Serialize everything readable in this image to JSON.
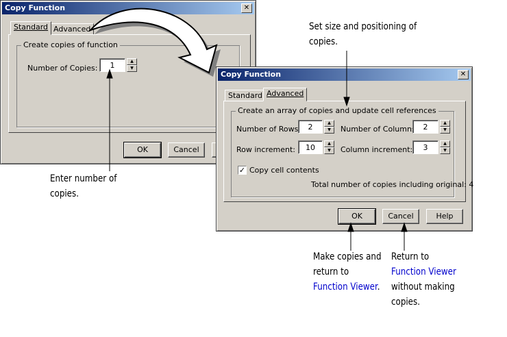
{
  "dialog_standard": {
    "title": "Copy Function",
    "close": "✕",
    "tabs": [
      "Standard",
      "Advanced"
    ],
    "group_label": "Create copies of function",
    "copies_label": "Number of Copies:",
    "copies_value": "1",
    "ok": "OK",
    "cancel": "Cancel"
  },
  "dialog_advanced": {
    "title": "Copy Function",
    "close": "✕",
    "tabs": [
      "Standard",
      "Advanced"
    ],
    "group_label": "Create an array of copies and update cell references",
    "rows_label": "Number of Rows:",
    "rows_value": "2",
    "cols_label": "Number of Columns:",
    "cols_value": "2",
    "row_inc_label": "Row increment:",
    "row_inc_value": "10",
    "col_inc_label": "Column increment:",
    "col_inc_value": "3",
    "copy_contents_label": "Copy cell contents",
    "copy_contents_checked": true,
    "total_text": "Total number of copies including original: 4",
    "ok": "OK",
    "cancel": "Cancel",
    "help": "Help"
  },
  "annotations": {
    "set_size": [
      "Set size and positioning of",
      "copies."
    ],
    "enter_number": [
      "Enter number of",
      "copies."
    ],
    "make_copies": [
      "Make copies and",
      "return to",
      "Function Viewer",
      "."
    ],
    "return_to": [
      "Return to",
      "Function Viewer",
      "without making",
      "copies."
    ]
  },
  "colors": {
    "link": "#0000cc",
    "titlebar_start": "#0a246a",
    "titlebar_end": "#a6caf0",
    "dialog_bg": "#d4d0c8"
  }
}
